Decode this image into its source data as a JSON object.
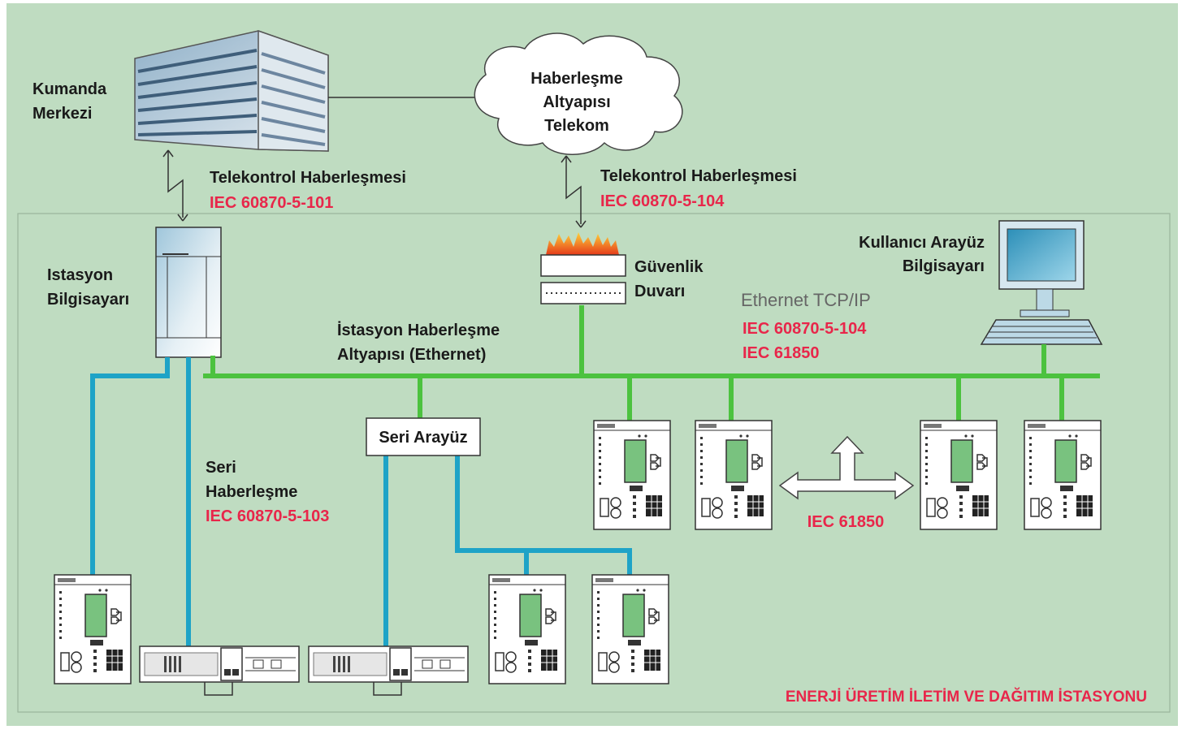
{
  "labels": {
    "control_center_line1": "Kumanda",
    "control_center_line2": "Merkezi",
    "cloud_line1": "Haberleşme",
    "cloud_line2": "Altyapısı",
    "cloud_line3": "Telekom",
    "telecontrol_left": "Telekontrol Haberleşmesi",
    "iec_101": "IEC 60870-5-101",
    "telecontrol_right": "Telekontrol Haberleşmesi",
    "iec_104_top": "IEC 60870-5-104",
    "station_pc_line1": "Istasyon",
    "station_pc_line2": "Bilgisayarı",
    "firewall_line1": "Güvenlik",
    "firewall_line2": "Duvarı",
    "user_pc_line1": "Kullanıcı Arayüz",
    "user_pc_line2": "Bilgisayarı",
    "ethernet_tcpip": "Ethernet TCP/IP",
    "iec_104_eth": "IEC 60870-5-104",
    "iec_61850_eth": "IEC 61850",
    "station_bus_line1": "İstasyon Haberleşme",
    "station_bus_line2": "Altyapısı (Ethernet)",
    "serial_interface": "Seri Arayüz",
    "serial_comm_line1": "Seri",
    "serial_comm_line2": "Haberleşme",
    "iec_103": "IEC 60870-5-103",
    "iec_61850_peer": "IEC 61850",
    "station_title": "ENERJİ ÜRETİM İLETİM VE DAĞITIM İSTASYONU"
  },
  "colors": {
    "background": "#bfdcc1",
    "ethernet_line": "#4cc23f",
    "serial_line": "#1ea3c7",
    "iec_text": "#e8264a"
  }
}
